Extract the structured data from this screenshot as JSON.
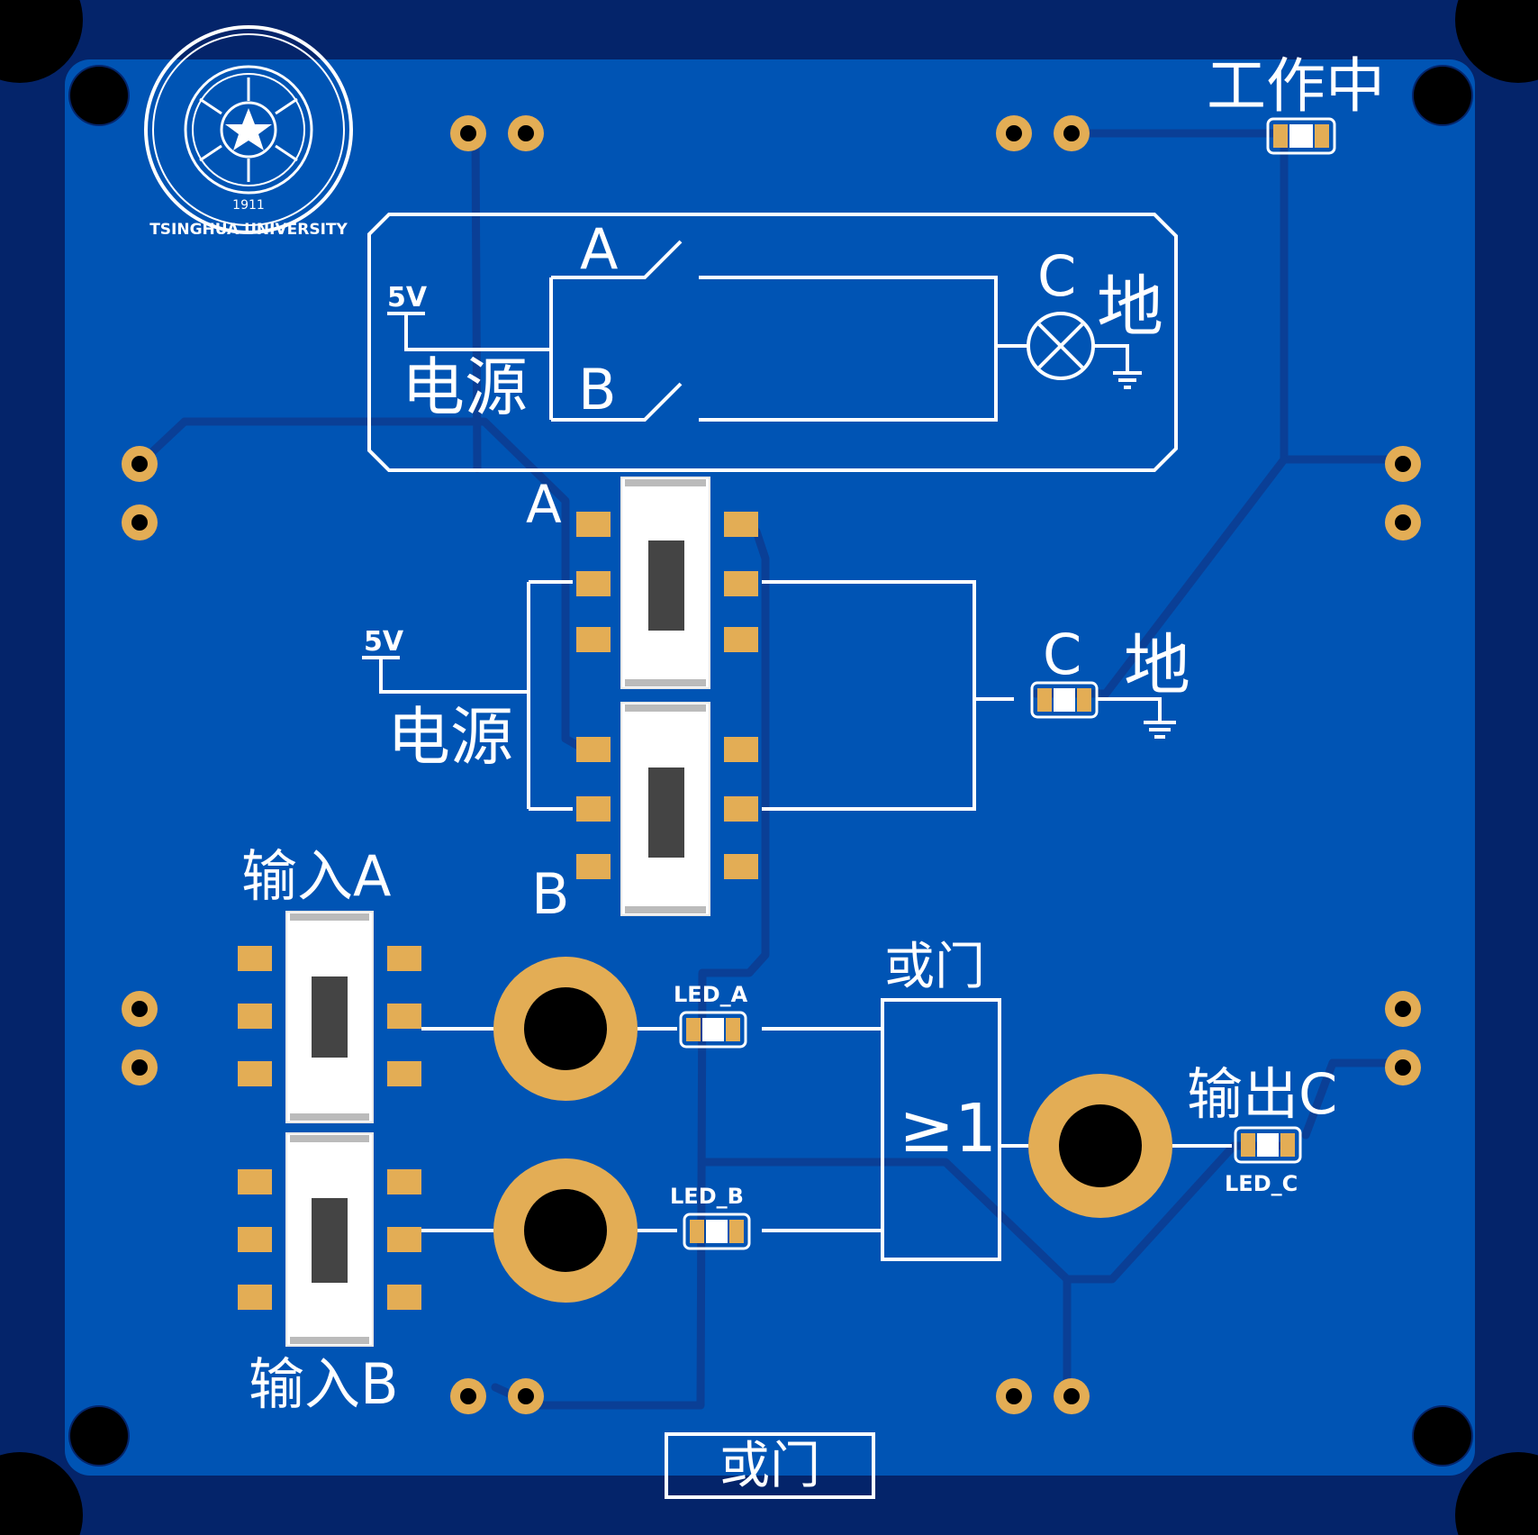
{
  "board": {
    "status_label": "工作中",
    "logo": {
      "text": "TSINGHUA UNIVERSITY",
      "year": "1911"
    }
  },
  "top_schematic": {
    "power_voltage": "5V",
    "power_label": "电源",
    "switch_a_label": "A",
    "switch_b_label": "B",
    "lamp_label": "C",
    "ground_label": "地"
  },
  "mid_schematic": {
    "power_voltage": "5V",
    "power_label": "电源",
    "switch_a_label": "A",
    "switch_b_label": "B",
    "led_label": "C",
    "ground_label": "地"
  },
  "inputs": {
    "input_a_label": "输入A",
    "input_b_label": "输入B"
  },
  "gate": {
    "title": "或门",
    "symbol": "≥1",
    "led_a_label": "LED_A",
    "led_b_label": "LED_B",
    "led_c_label": "LED_C",
    "output_label": "输出C"
  },
  "footer": {
    "board_name": "或门"
  },
  "colors": {
    "board_blue": "#0054b4",
    "edge_blue": "#04246a",
    "trace_blue": "#0a3f96",
    "gold": "#e3ad55",
    "silkscreen": "#ffffff"
  }
}
